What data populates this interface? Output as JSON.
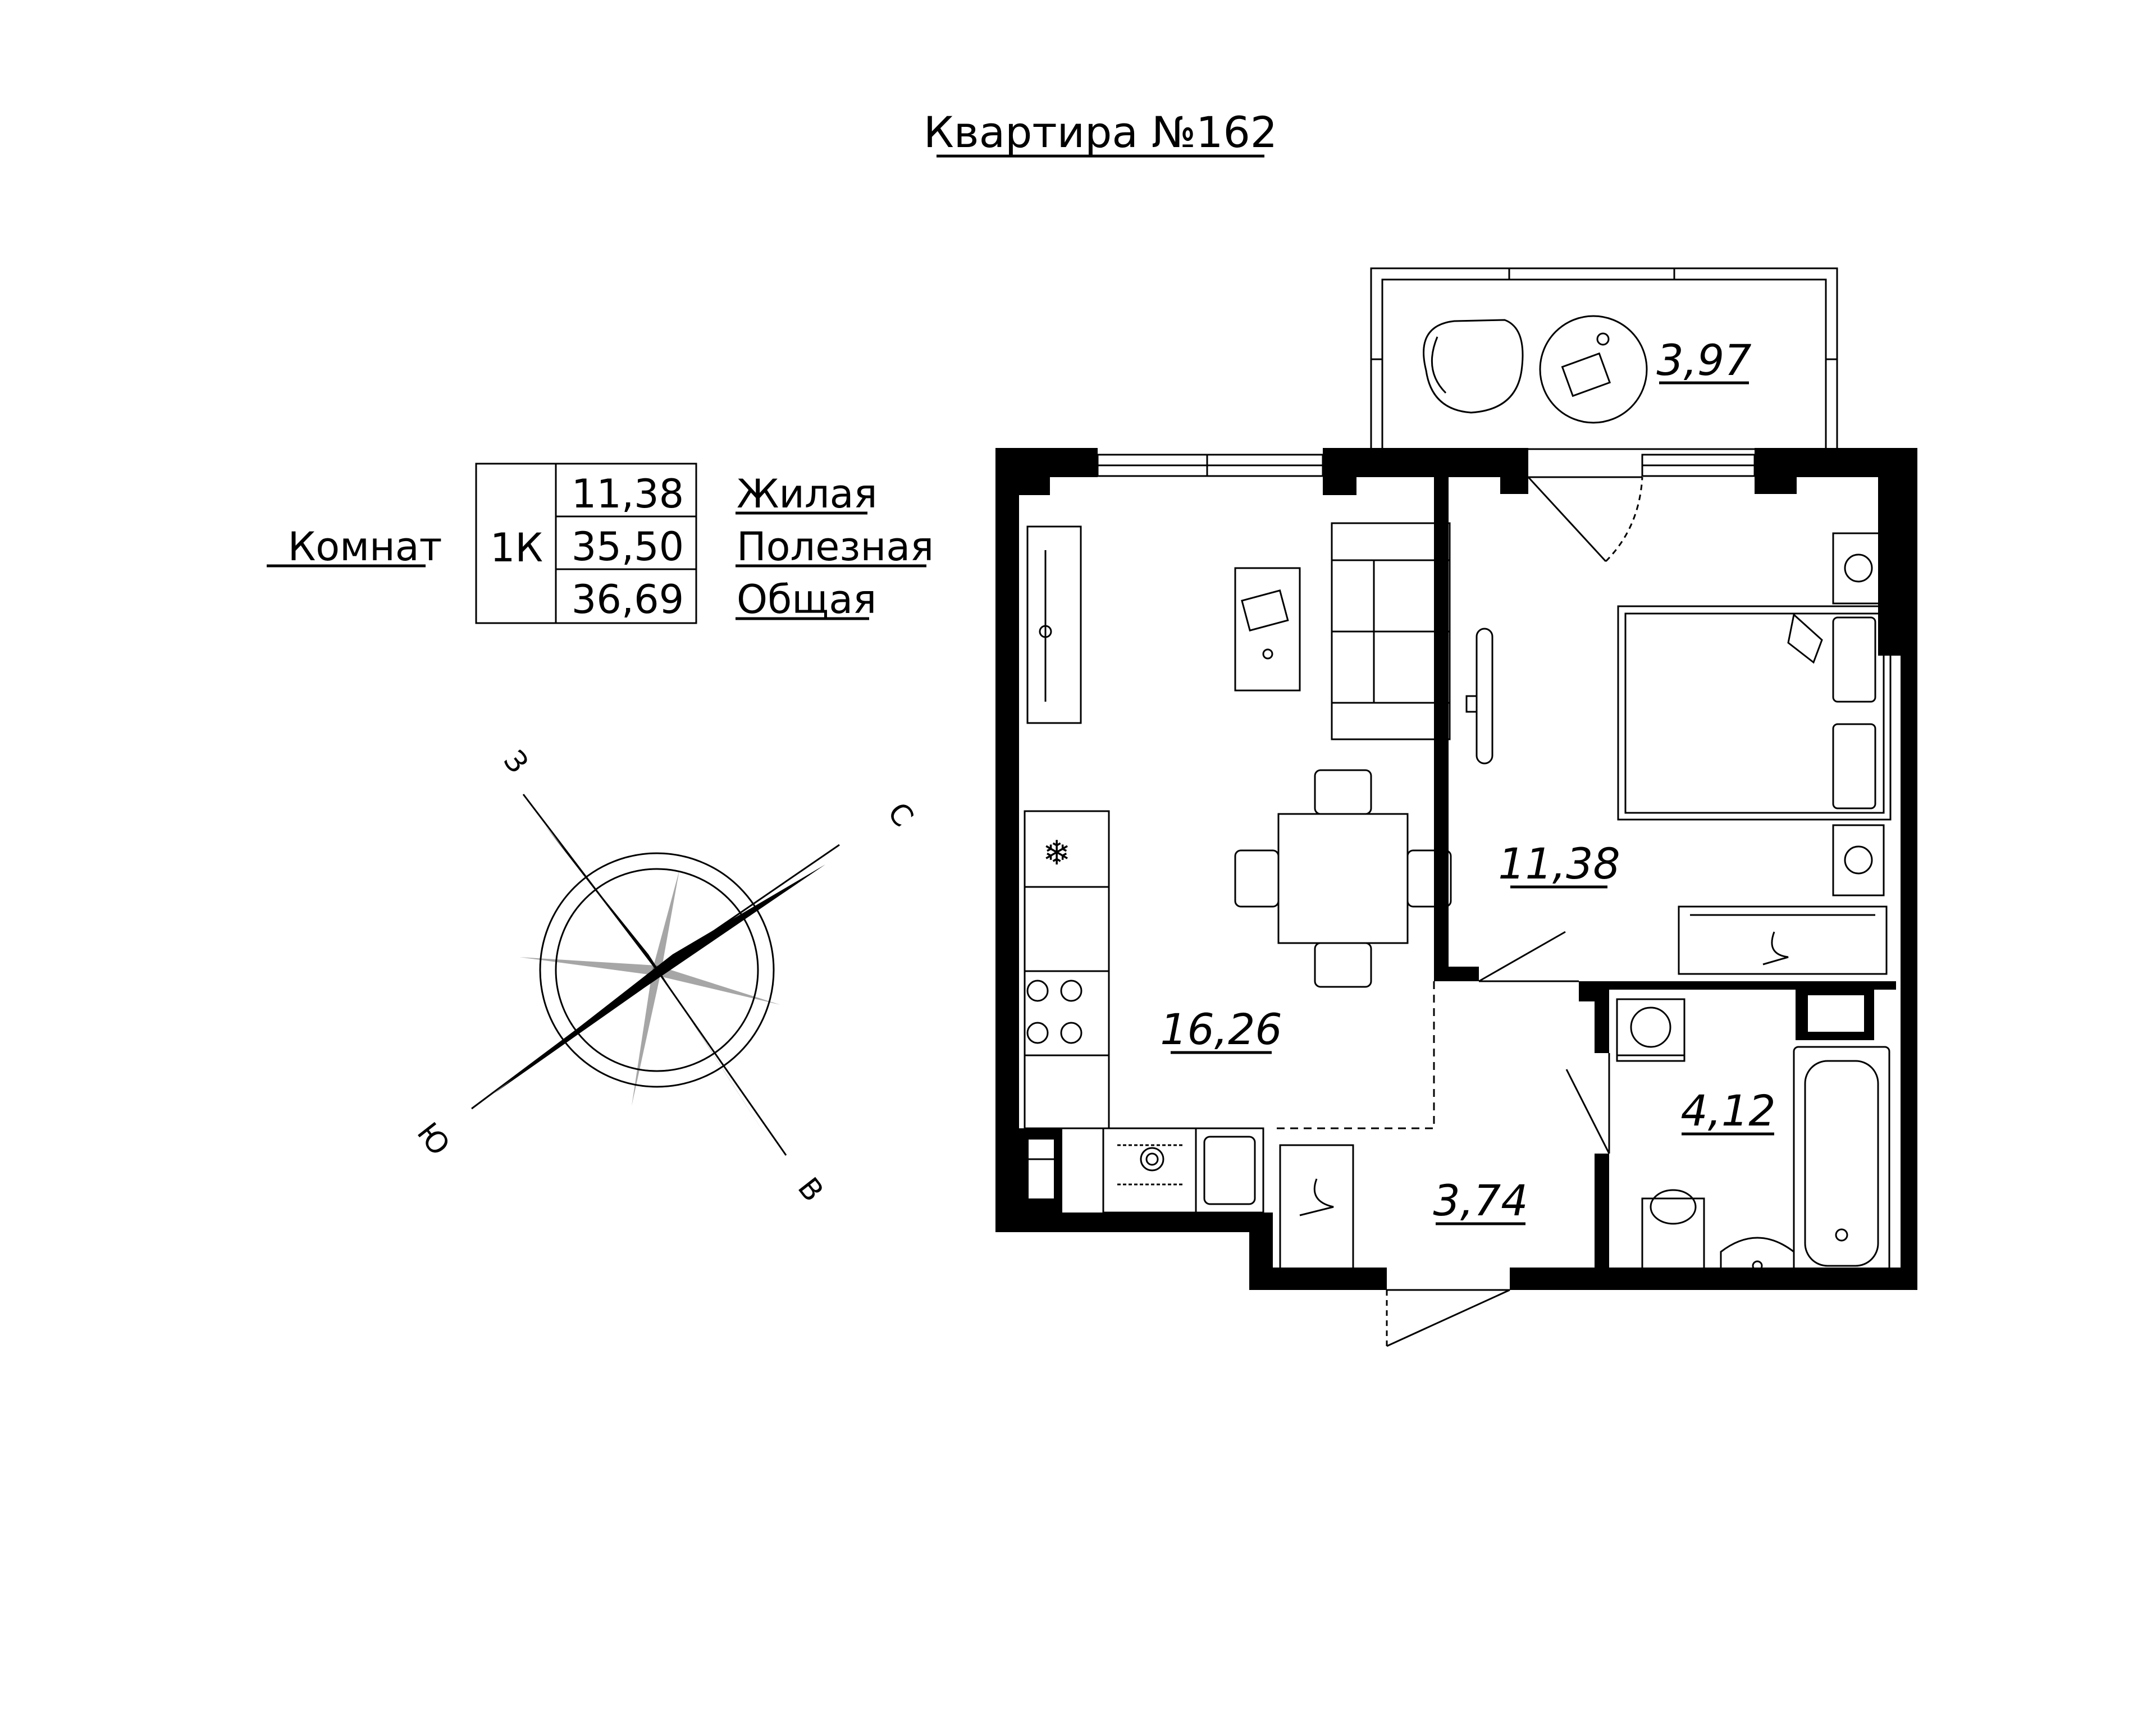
{
  "title": "Квартира №162",
  "summary": {
    "rooms_label": "Комнат",
    "rooms_value": "1К",
    "rows": [
      {
        "value": "11,38",
        "label": "Жилая"
      },
      {
        "value": "35,50",
        "label": "Полезная"
      },
      {
        "value": "36,69",
        "label": "Общая"
      }
    ]
  },
  "compass": {
    "north": "С",
    "south": "Ю",
    "east": "В",
    "west": "З"
  },
  "rooms": {
    "balcony": "3,97",
    "bedroom": "11,38",
    "kitchen_living": "16,26",
    "hall": "3,74",
    "bathroom": "4,12"
  },
  "colors": {
    "wall": "#000000",
    "line": "#000000",
    "background": "#ffffff"
  }
}
